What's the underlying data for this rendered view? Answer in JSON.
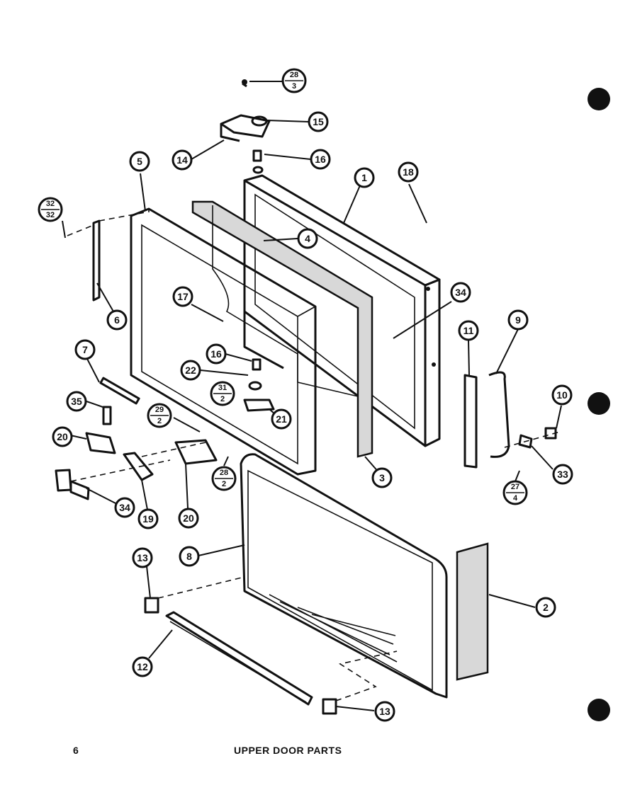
{
  "page_number": "6",
  "page_title": "UPPER DOOR PARTS",
  "callouts": [
    {
      "id": "c28-3",
      "num": "28",
      "den": "3"
    },
    {
      "id": "c15",
      "label": "15"
    },
    {
      "id": "c14",
      "label": "14"
    },
    {
      "id": "c16a",
      "label": "16"
    },
    {
      "id": "c5",
      "label": "5"
    },
    {
      "id": "c1",
      "label": "1"
    },
    {
      "id": "c18",
      "label": "18"
    },
    {
      "id": "c32-32",
      "num": "32",
      "den": "32"
    },
    {
      "id": "c4",
      "label": "4"
    },
    {
      "id": "c6",
      "label": "6"
    },
    {
      "id": "c17",
      "label": "17"
    },
    {
      "id": "c34a",
      "label": "34"
    },
    {
      "id": "c11",
      "label": "11"
    },
    {
      "id": "c9",
      "label": "9"
    },
    {
      "id": "c7",
      "label": "7"
    },
    {
      "id": "c16b",
      "label": "16"
    },
    {
      "id": "c22",
      "label": "22"
    },
    {
      "id": "c31-2",
      "num": "31",
      "den": "2"
    },
    {
      "id": "c10",
      "label": "10"
    },
    {
      "id": "c35",
      "label": "35"
    },
    {
      "id": "c29-2",
      "num": "29",
      "den": "2"
    },
    {
      "id": "c21",
      "label": "21"
    },
    {
      "id": "c20a",
      "label": "20"
    },
    {
      "id": "c33",
      "label": "33"
    },
    {
      "id": "c3",
      "label": "3"
    },
    {
      "id": "c20b",
      "label": "20"
    },
    {
      "id": "c28-2",
      "num": "28",
      "den": "2"
    },
    {
      "id": "c27-4",
      "num": "27",
      "den": "4"
    },
    {
      "id": "c34b",
      "label": "34"
    },
    {
      "id": "c19",
      "label": "19"
    },
    {
      "id": "c8",
      "label": "8"
    },
    {
      "id": "c13a",
      "label": "13"
    },
    {
      "id": "c2",
      "label": "2"
    },
    {
      "id": "c12",
      "label": "12"
    },
    {
      "id": "c13b",
      "label": "13"
    }
  ]
}
